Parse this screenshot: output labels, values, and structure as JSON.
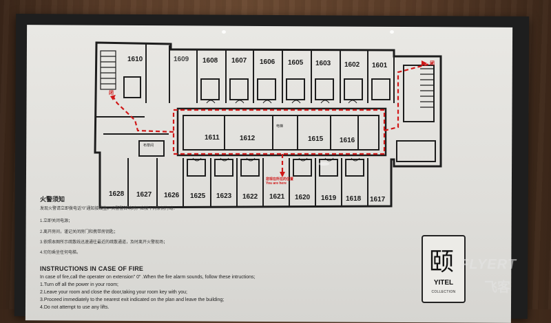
{
  "floor_plan": {
    "top_rooms": [
      "1610",
      "1609",
      "1608",
      "1607",
      "1606",
      "1605",
      "1603",
      "1602",
      "1601"
    ],
    "middle_rooms": [
      "1611",
      "1612",
      "1615",
      "1616"
    ],
    "bottom_rooms": [
      "1628",
      "1627",
      "1626",
      "1625",
      "1623",
      "1622",
      "1621",
      "1620",
      "1619",
      "1618",
      "1617"
    ],
    "exit_left_label": "闭",
    "exit_right_label": "闭",
    "you_are_here": "您现在所在的位置",
    "you_are_here_en": "You are here",
    "small_label_1": "布草间",
    "small_label_2": "电梯",
    "route_color": "#d01818"
  },
  "notice_zh": {
    "title": "火警须知",
    "intro": "发现火警请立即拨电话“0”通知接线生。火警警铃响时，应按下列条例行动：",
    "steps": [
      "1.立即关闭电源；",
      "2.离开房间，谨记关闭房门和携带房钥匙；",
      "3.依照本图所示疏散线迅速通往最近的疏散通道，及时离开火警现场；",
      "4.切勿乘坐任何电梯。"
    ]
  },
  "notice_en": {
    "title": "INSTRUCTIONS IN CASE OF FIRE",
    "intro": "In case of fire,call the operater on extension” 0” .When the fire alarm sounds, follow these intructions;",
    "steps": [
      "1.Turn off all the power in your room;",
      "2.Leave your room and close the door,taking your room key with you;",
      "3.Proceed immediately to the nearest exit indicated on the plan and leave the building;",
      "4.Do not attempt to use any lifts."
    ]
  },
  "logo": {
    "character": "颐",
    "brand": "YITEL",
    "sub": "COLLECTION"
  },
  "watermark": {
    "text": "FLYERT",
    "zh": "飞客"
  }
}
